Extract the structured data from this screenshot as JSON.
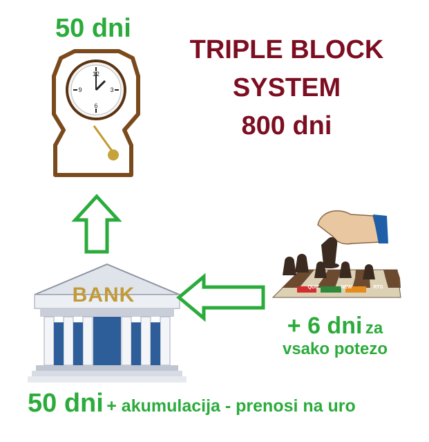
{
  "clock": {
    "days": "50 dni"
  },
  "system": {
    "line1": "TRIPLE BLOCK",
    "line2": "SYSTEM",
    "line3": "800 dni"
  },
  "bank": {
    "label": "BANK"
  },
  "bonus": {
    "days": "+ 6 dni",
    "suffix": "za",
    "line2": "vsako potezo"
  },
  "chessboard": {
    "labels": [
      "QUIT",
      "NEW",
      "RTS"
    ]
  },
  "footer": {
    "days": "50 dni",
    "text": "+ akumulacija  - prenosi na uro"
  },
  "colors": {
    "green": "#2bab3b",
    "dark_red": "#7d0d21",
    "wood": "#7a4a1c"
  }
}
